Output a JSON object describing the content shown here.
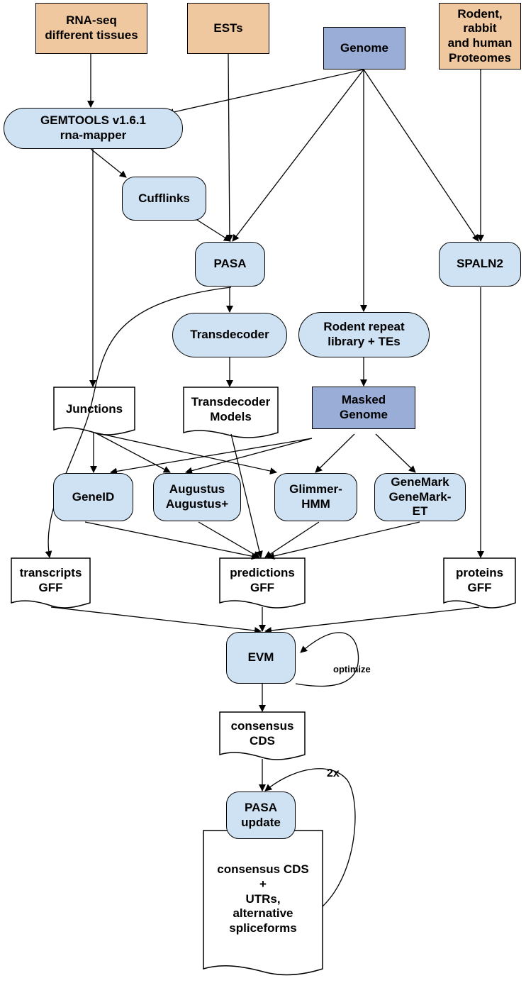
{
  "nodes": {
    "rnaseq": "RNA-seq\ndifferent tissues",
    "ests": "ESTs",
    "genome": "Genome",
    "proteomes": "Rodent,\nrabbit\nand human\nProteomes",
    "gemtools": "GEMTOOLS v1.6.1\nrna-mapper",
    "cufflinks": "Cufflinks",
    "pasa": "PASA",
    "spaln2": "SPALN2",
    "transdecoder": "Transdecoder",
    "repeat": "Rodent repeat\nlibrary + TEs",
    "junctions": "Junctions",
    "td_models": "Transdecoder\nModels",
    "masked": "Masked\nGenome",
    "geneid": "GeneID",
    "augustus": "Augustus\nAugustus+",
    "glimmer": "Glimmer-\nHMM",
    "genemark": "GeneMark\nGeneMark-\nET",
    "transcripts_gff": "transcripts\nGFF",
    "predictions_gff": "predictions\nGFF",
    "proteins_gff": "proteins\nGFF",
    "evm": "EVM",
    "consensus_cds": "consensus\nCDS",
    "pasa_update": "PASA\nupdate",
    "final": "consensus CDS\n+\nUTRs,\nalternative\nspliceforms"
  },
  "labels": {
    "optimize": "optimize",
    "twox": "2x"
  }
}
